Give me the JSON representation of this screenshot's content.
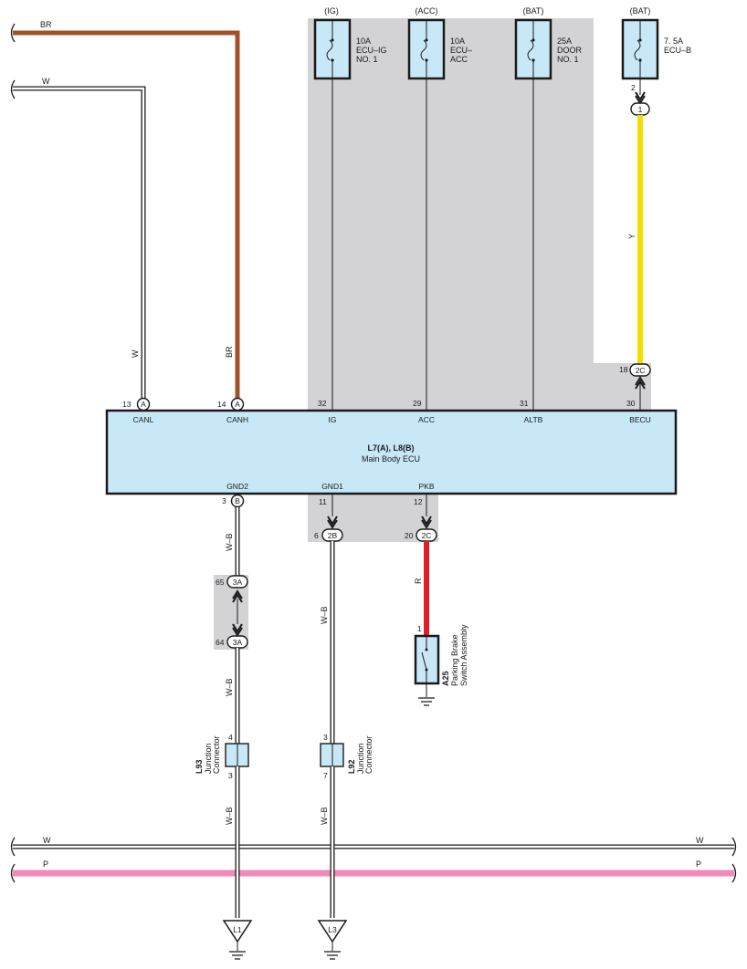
{
  "fuses": [
    {
      "source": "(IG)",
      "line1": "10A",
      "line2": "ECU–IG",
      "line3": "NO. 1",
      "ecu_pin": "32",
      "ecu_term": "IG"
    },
    {
      "source": "(ACC)",
      "line1": "10A",
      "line2": "ECU–",
      "line3": "ACC",
      "ecu_pin": "29",
      "ecu_term": "ACC"
    },
    {
      "source": "(BAT)",
      "line1": "25A",
      "line2": "DOOR",
      "line3": "NO. 1",
      "ecu_pin": "31",
      "ecu_term": "ALTB"
    },
    {
      "source": "(BAT)",
      "line1": "7. 5A",
      "line2": "ECU–B",
      "line3": "",
      "ecu_pin": "30",
      "ecu_term": "BECU"
    }
  ],
  "ecu": {
    "name": "L7(A), L8(B)",
    "desc": "Main Body ECU",
    "canl_pin": "13",
    "canl_conn": "A",
    "canl_term": "CANL",
    "canh_pin": "14",
    "canh_conn": "A",
    "canh_term": "CANH",
    "gnd2_term": "GND2",
    "gnd2_pin": "3",
    "gnd2_conn": "B",
    "gnd1_term": "GND1",
    "gnd1_pin": "11",
    "pkb_term": "PKB",
    "pkb_pin": "12"
  },
  "wires": {
    "br_top": "BR",
    "w_top": "W",
    "w_vertical": "W",
    "br_vertical": "BR",
    "y": "Y",
    "r": "R",
    "wb1": "W–B",
    "wb2": "W–B",
    "wb3": "W–B",
    "wb4": "W–B",
    "wb5": "W–B",
    "bus_w_left": "W",
    "bus_w_right": "W",
    "bus_p_left": "P",
    "bus_p_right": "P"
  },
  "connectors": {
    "becu_in_pin": "2",
    "becu_in_conn": "1",
    "becu_out_pin": "18",
    "becu_out_conn": "2C",
    "gnd1_j_pin": "6",
    "gnd1_j_conn": "2B",
    "pkb_j_pin": "20",
    "pkb_j_conn": "2C",
    "j3a_top_pin": "65",
    "j3a_top_conn": "3A",
    "j3a_bot_pin": "64",
    "j3a_bot_conn": "3A"
  },
  "components": {
    "parking_id": "A25",
    "parking_name1": "Parking Brake",
    "parking_name2": "Switch Assembly",
    "parking_pin": "1",
    "l93_id": "L93",
    "l93_name1": "Junction",
    "l93_name2": "Connector",
    "l93_in": "4",
    "l93_out": "3",
    "l92_id": "L92",
    "l92_name1": "Junction",
    "l92_name2": "Connector",
    "l92_in": "3",
    "l92_out": "7"
  },
  "grounds": [
    "L1",
    "L3"
  ],
  "colors": {
    "br": "#a0522d",
    "y": "#f2de00",
    "r": "#e01e25",
    "p": "#f08ab8",
    "ecu_fill": "#c8e8f8",
    "shade": "#d3d3d5"
  }
}
